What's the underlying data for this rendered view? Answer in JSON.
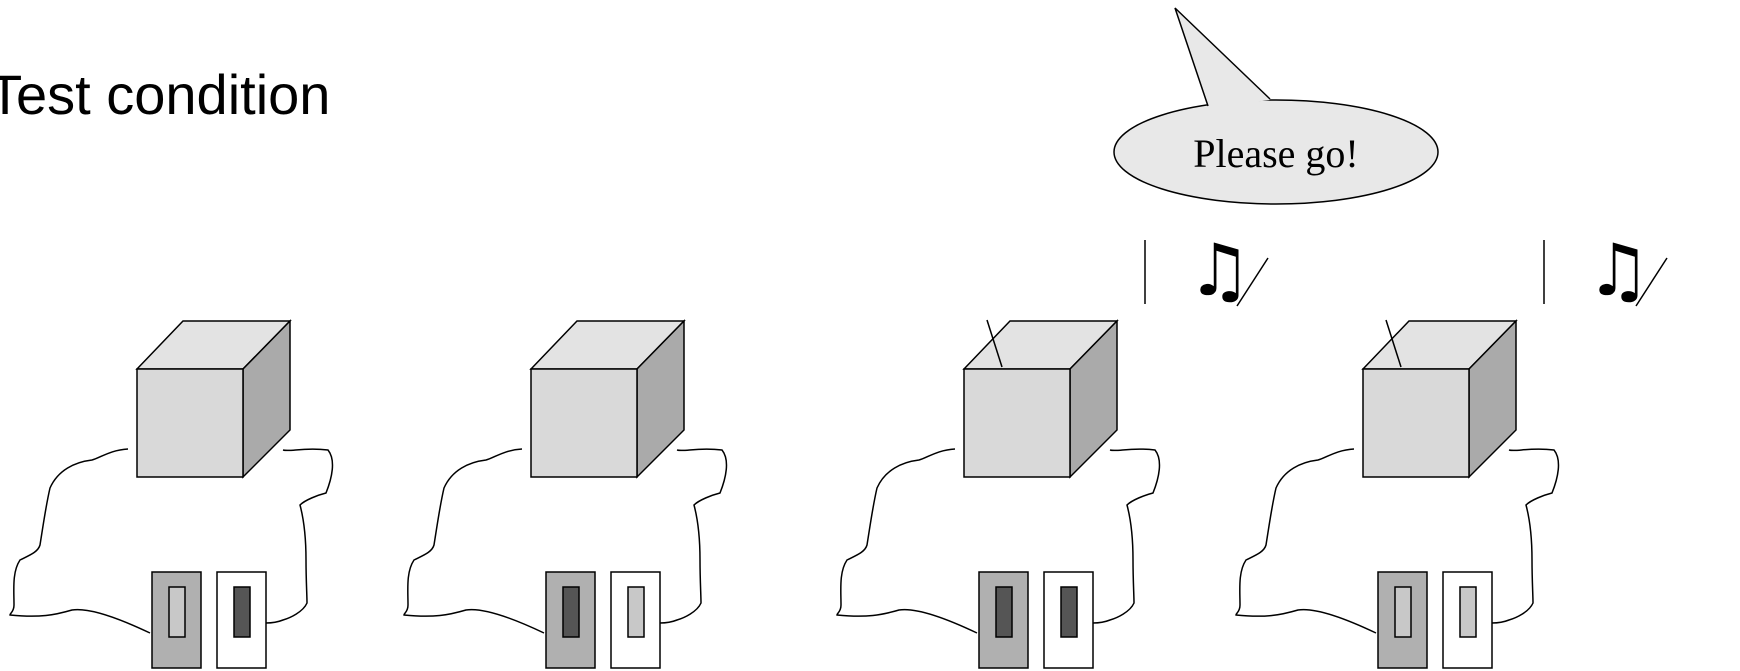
{
  "title": "Test condition",
  "speech_bubble": {
    "text": "Please go!"
  },
  "colors": {
    "cube_front": "#d9d9d9",
    "cube_top": "#e3e3e3",
    "cube_side": "#aaaaaa",
    "panel_gray": "#b0b0b0",
    "panel_white": "#ffffff",
    "led_dark": "#555555",
    "led_light": "#c8c8c8",
    "bubble_fill": "#e8e8e8",
    "stroke": "#000000"
  },
  "devices": [
    {
      "id": "device-1",
      "left_led": "light",
      "right_led": "dark",
      "sound": false,
      "speech": false
    },
    {
      "id": "device-2",
      "left_led": "dark",
      "right_led": "light",
      "sound": false,
      "speech": false
    },
    {
      "id": "device-3",
      "left_led": "dark",
      "right_led": "dark",
      "sound": true,
      "speech": true
    },
    {
      "id": "device-4",
      "left_led": "light",
      "right_led": "light",
      "sound": true,
      "speech": false
    }
  ],
  "icons": {
    "sound": "music-note-icon"
  }
}
